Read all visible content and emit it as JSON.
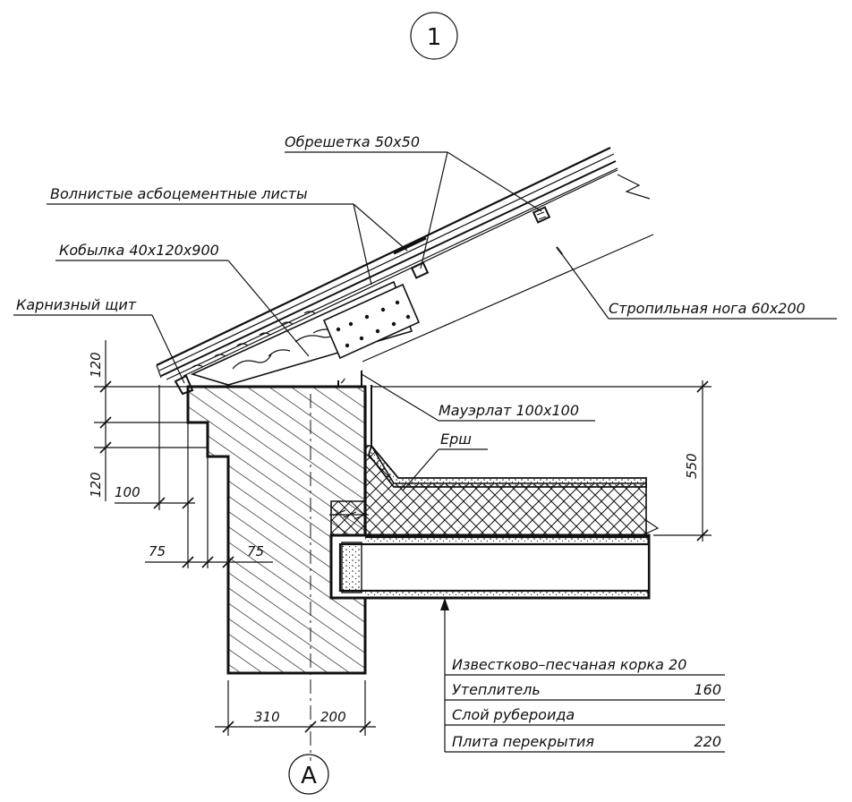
{
  "section_mark": "1",
  "axis_mark": "А",
  "labels": {
    "lathing": "Обрешетка 50х50",
    "sheets": "Волнистые асбоцементные листы",
    "kobylka": "Кобылка 40х120х900",
    "eaves_board": "Карнизный щит",
    "rafter": "Стропильная нога 60х200",
    "mauerlat": "Мауэрлат 100х100",
    "ersh": "Ерш"
  },
  "dimensions": {
    "d120_top": "120",
    "d120_bottom": "120",
    "d100": "100",
    "d75_left": "75",
    "d75_right": "75",
    "d550": "550",
    "d310": "310",
    "d200": "200"
  },
  "layers": [
    {
      "name": "Известково–песчаная корка 20",
      "value": ""
    },
    {
      "name": "Утеплитель",
      "value": "160"
    },
    {
      "name": "Слой рубероида",
      "value": ""
    },
    {
      "name": "Плита перекрытия",
      "value": "220"
    }
  ]
}
